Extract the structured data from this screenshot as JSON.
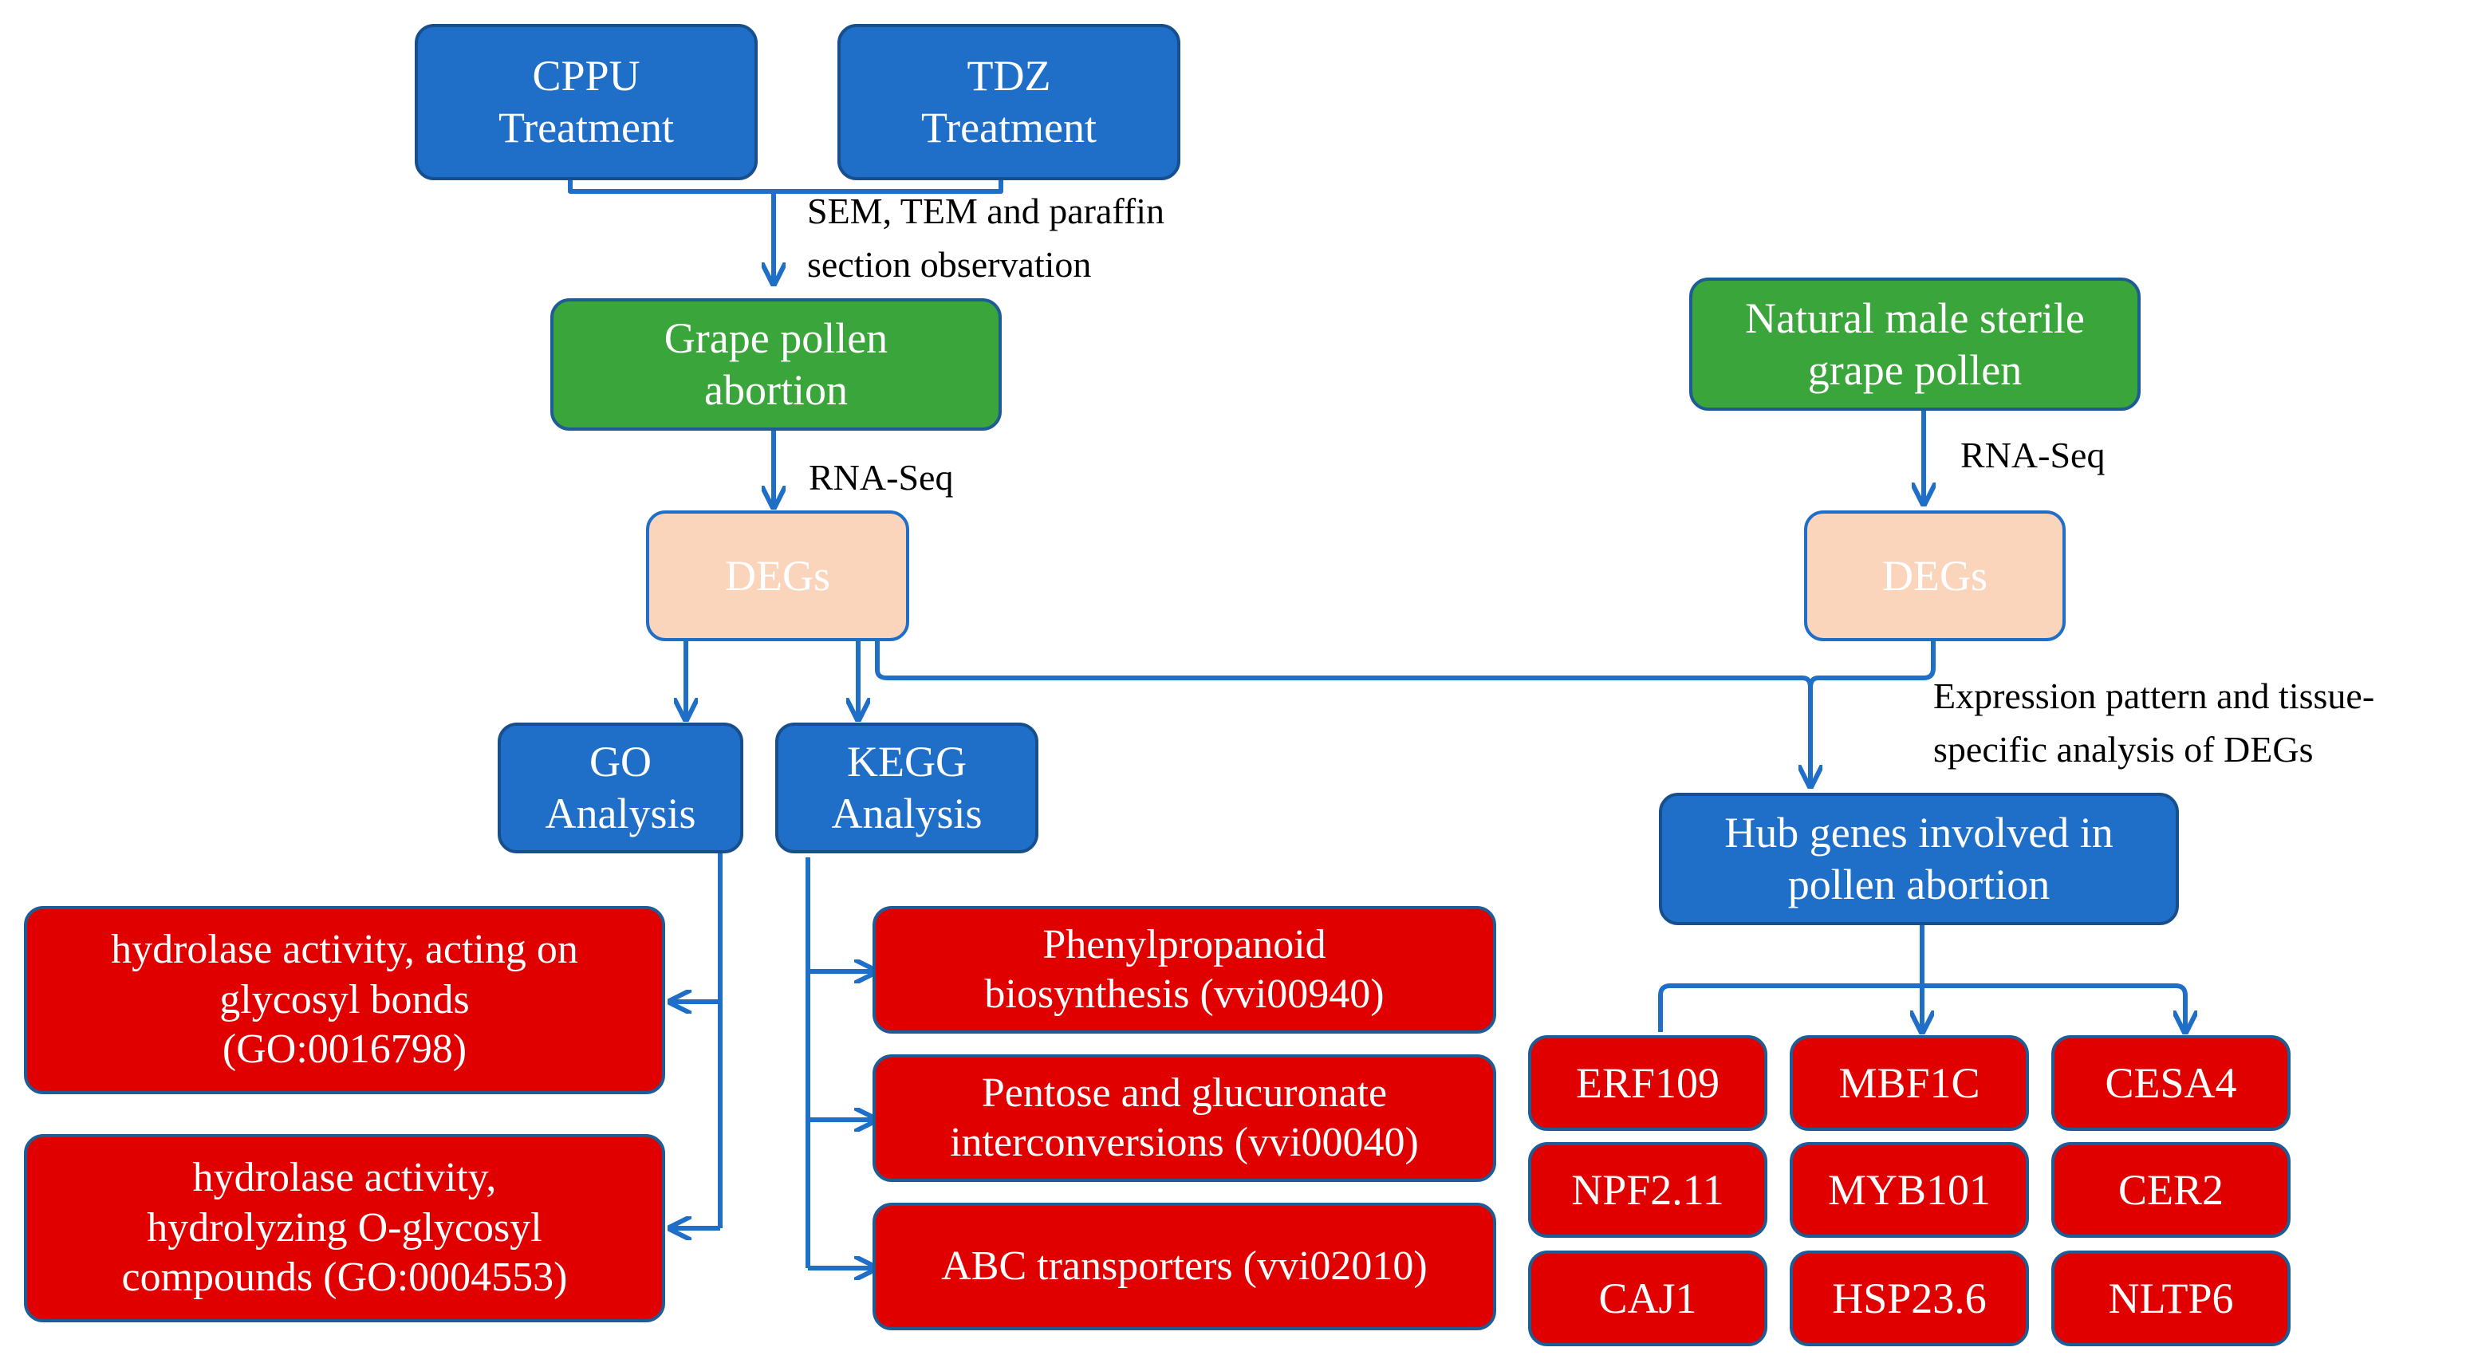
{
  "colors": {
    "connector": "#1f6fc8",
    "blue_box": "#1f6fc8",
    "green_box": "#3aa53a",
    "peach_box": "#fad5bc",
    "red_box": "#e00000"
  },
  "boxes": {
    "cppu": "CPPU\nTreatment",
    "tdz": "TDZ\nTreatment",
    "grape_pollen_abortion": "Grape pollen\nabortion",
    "natural_male_sterile": "Natural male sterile\ngrape pollen",
    "degs_left": "DEGs",
    "degs_right": "DEGs",
    "go_analysis": "GO\nAnalysis",
    "kegg_analysis": "KEGG\nAnalysis",
    "hub_genes": "Hub genes involved in\npollen abortion",
    "go_term_1": "hydrolase activity, acting on\nglycosyl bonds\n(GO:0016798)",
    "go_term_2": "hydrolase activity,\nhydrolyzing O-glycosyl\ncompounds (GO:0004553)",
    "kegg_term_1": "Phenylpropanoid\nbiosynthesis (vvi00940)",
    "kegg_term_2": "Pentose and glucuronate\ninterconversions (vvi00040)",
    "kegg_term_3": "ABC transporters (vvi02010)"
  },
  "labels": {
    "observation": "SEM, TEM and paraffin\nsection observation",
    "rna_seq_left": "RNA-Seq",
    "rna_seq_right": "RNA-Seq",
    "expression_pattern": "Expression pattern and tissue-\nspecific analysis of DEGs"
  },
  "genes": [
    "ERF109",
    "MBF1C",
    "CESA4",
    "NPF2.11",
    "MYB101",
    "CER2",
    "CAJ1",
    "HSP23.6",
    "NLTP6"
  ]
}
